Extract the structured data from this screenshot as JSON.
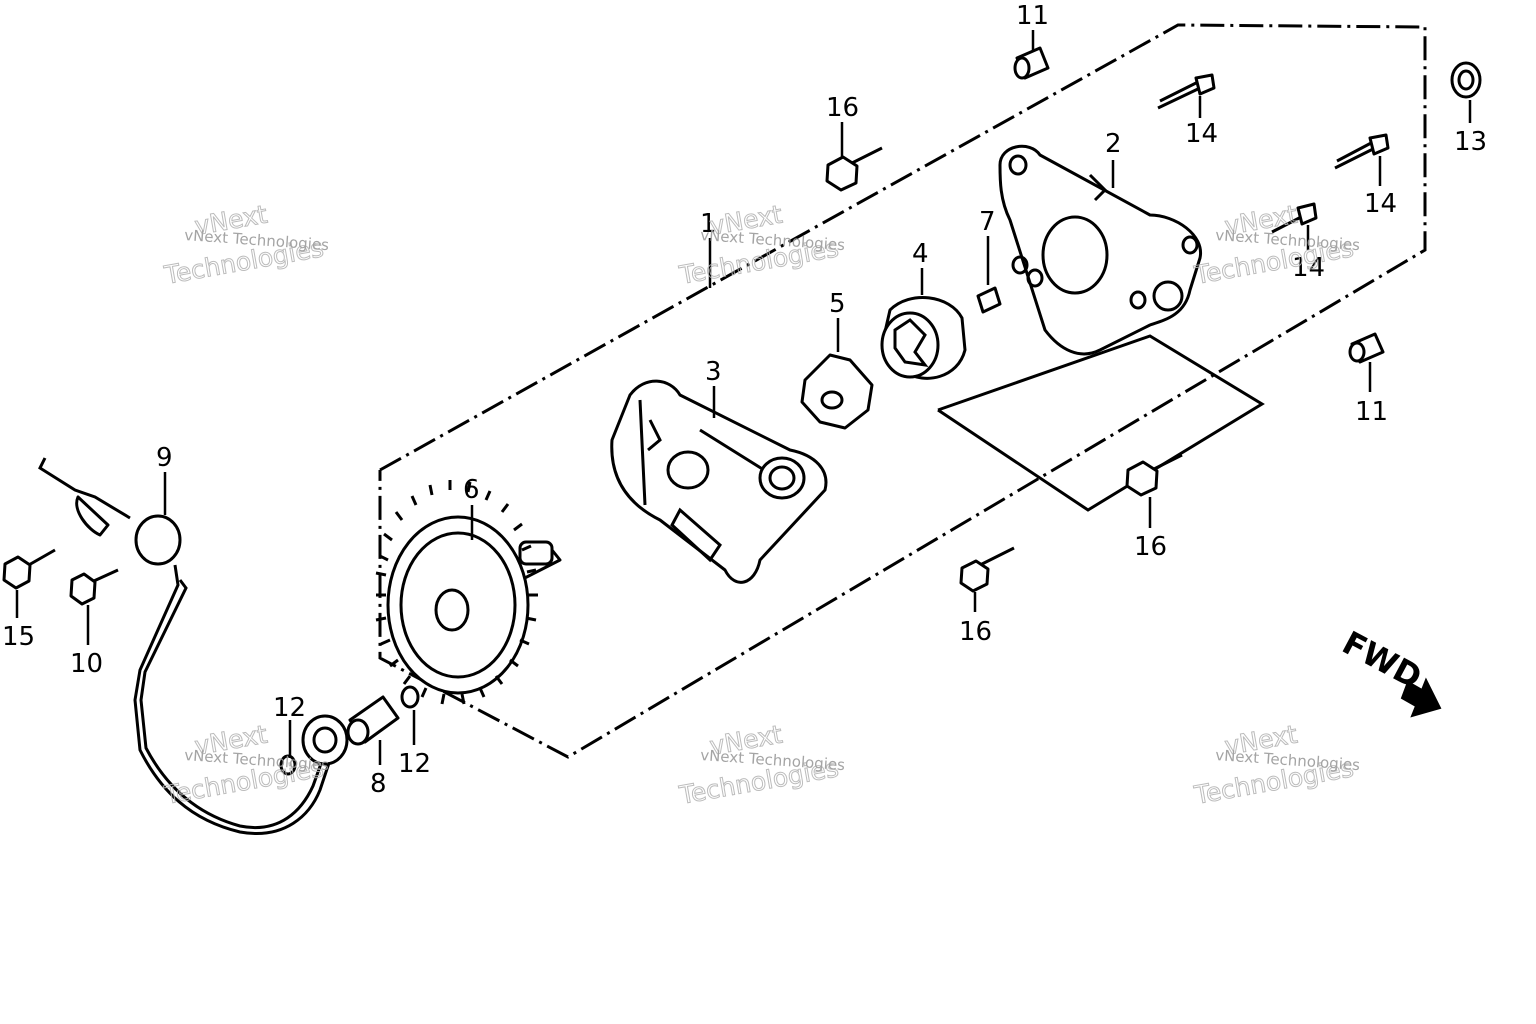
{
  "callouts": [
    {
      "id": "c1",
      "label": "1"
    },
    {
      "id": "c2",
      "label": "2"
    },
    {
      "id": "c3",
      "label": "3"
    },
    {
      "id": "c4",
      "label": "4"
    },
    {
      "id": "c5",
      "label": "5"
    },
    {
      "id": "c6",
      "label": "6"
    },
    {
      "id": "c7",
      "label": "7"
    },
    {
      "id": "c8",
      "label": "8"
    },
    {
      "id": "c9",
      "label": "9"
    },
    {
      "id": "c10",
      "label": "10"
    },
    {
      "id": "c11a",
      "label": "11"
    },
    {
      "id": "c11b",
      "label": "11"
    },
    {
      "id": "c12a",
      "label": "12"
    },
    {
      "id": "c12b",
      "label": "12"
    },
    {
      "id": "c13",
      "label": "13"
    },
    {
      "id": "c14a",
      "label": "14"
    },
    {
      "id": "c14b",
      "label": "14"
    },
    {
      "id": "c14c",
      "label": "14"
    },
    {
      "id": "c15",
      "label": "15"
    },
    {
      "id": "c16a",
      "label": "16"
    },
    {
      "id": "c16b",
      "label": "16"
    },
    {
      "id": "c16c",
      "label": "16"
    }
  ],
  "direction_label": "FWD",
  "watermark": {
    "small": "vNext Technologies",
    "big_line1": "vNext",
    "big_line2": "Technologies"
  }
}
